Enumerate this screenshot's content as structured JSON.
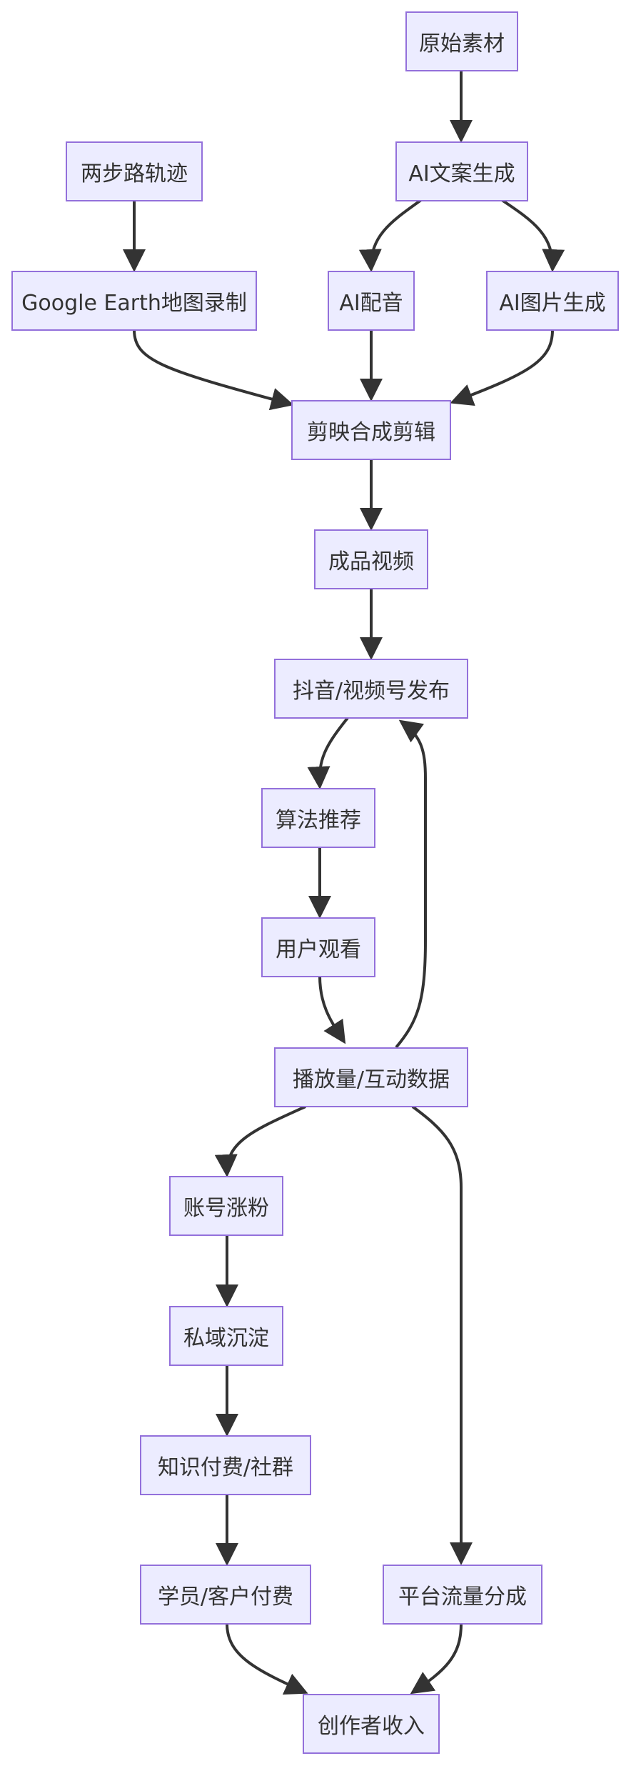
{
  "nodes": {
    "raw_material": "原始素材",
    "ai_copywriting": "AI文案生成",
    "two_step_route": "两步路轨迹",
    "google_earth": "Google Earth地图录制",
    "ai_voiceover": "AI配音",
    "ai_image": "AI图片生成",
    "capcut_edit": "剪映合成剪辑",
    "finished_video": "成品视频",
    "publish": "抖音/视频号发布",
    "algorithm": "算法推荐",
    "user_view": "用户观看",
    "metrics": "播放量/互动数据",
    "follower_growth": "账号涨粉",
    "private_domain": "私域沉淀",
    "knowledge_paid": "知识付费/社群",
    "student_payment": "学员/客户付费",
    "platform_share": "平台流量分成",
    "creator_income": "创作者收入"
  },
  "colors": {
    "node_fill": "#ECECFF",
    "node_border": "#9370DB",
    "edge": "#333333",
    "text": "#333333"
  }
}
